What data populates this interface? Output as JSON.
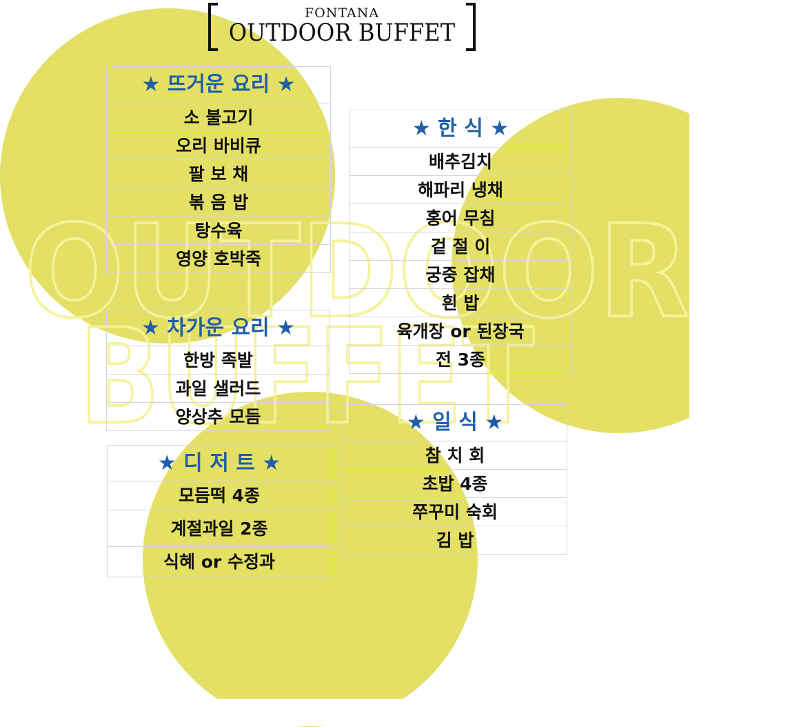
{
  "header": {
    "brand": "FONTANA",
    "title": "OUTDOOR BUFFET"
  },
  "background": {
    "watermark_line1": "OUTDOOR",
    "watermark_line2": "BUFFET",
    "colors": {
      "circle": "#e3e065",
      "watermark_outline": "#f6f29a"
    }
  },
  "colors": {
    "heading": "#1f5fa8",
    "item_text": "#111111",
    "grid": "#d6d6d6"
  },
  "sections": {
    "hot": {
      "heading": "★ 뜨거운 요리 ★",
      "items": [
        "소 불고기",
        "오리 바비큐",
        "팔 보 채",
        "볶 음 밥",
        "탕수육",
        "영양 호박죽"
      ]
    },
    "cold": {
      "heading": "★ 차가운 요리 ★",
      "items": [
        "한방 족발",
        "과일 샐러드",
        "양상추 모듬"
      ]
    },
    "dessert": {
      "heading": "★ 디 저 트 ★",
      "items": [
        "모듬떡 4종",
        "계절과일 2종",
        "식혜 or 수정과"
      ]
    },
    "korean": {
      "heading": "★ 한 식 ★",
      "items": [
        "배추김치",
        "해파리 냉채",
        "홍어 무침",
        "겉 절 이",
        "궁중 잡채",
        "흰 밥",
        "육개장 or 된장국",
        "전 3종"
      ]
    },
    "japanese": {
      "heading": "★ 일 식 ★",
      "items": [
        "참 치 회",
        "초밥 4종",
        "쭈꾸미 숙회",
        "김 밥"
      ]
    }
  }
}
